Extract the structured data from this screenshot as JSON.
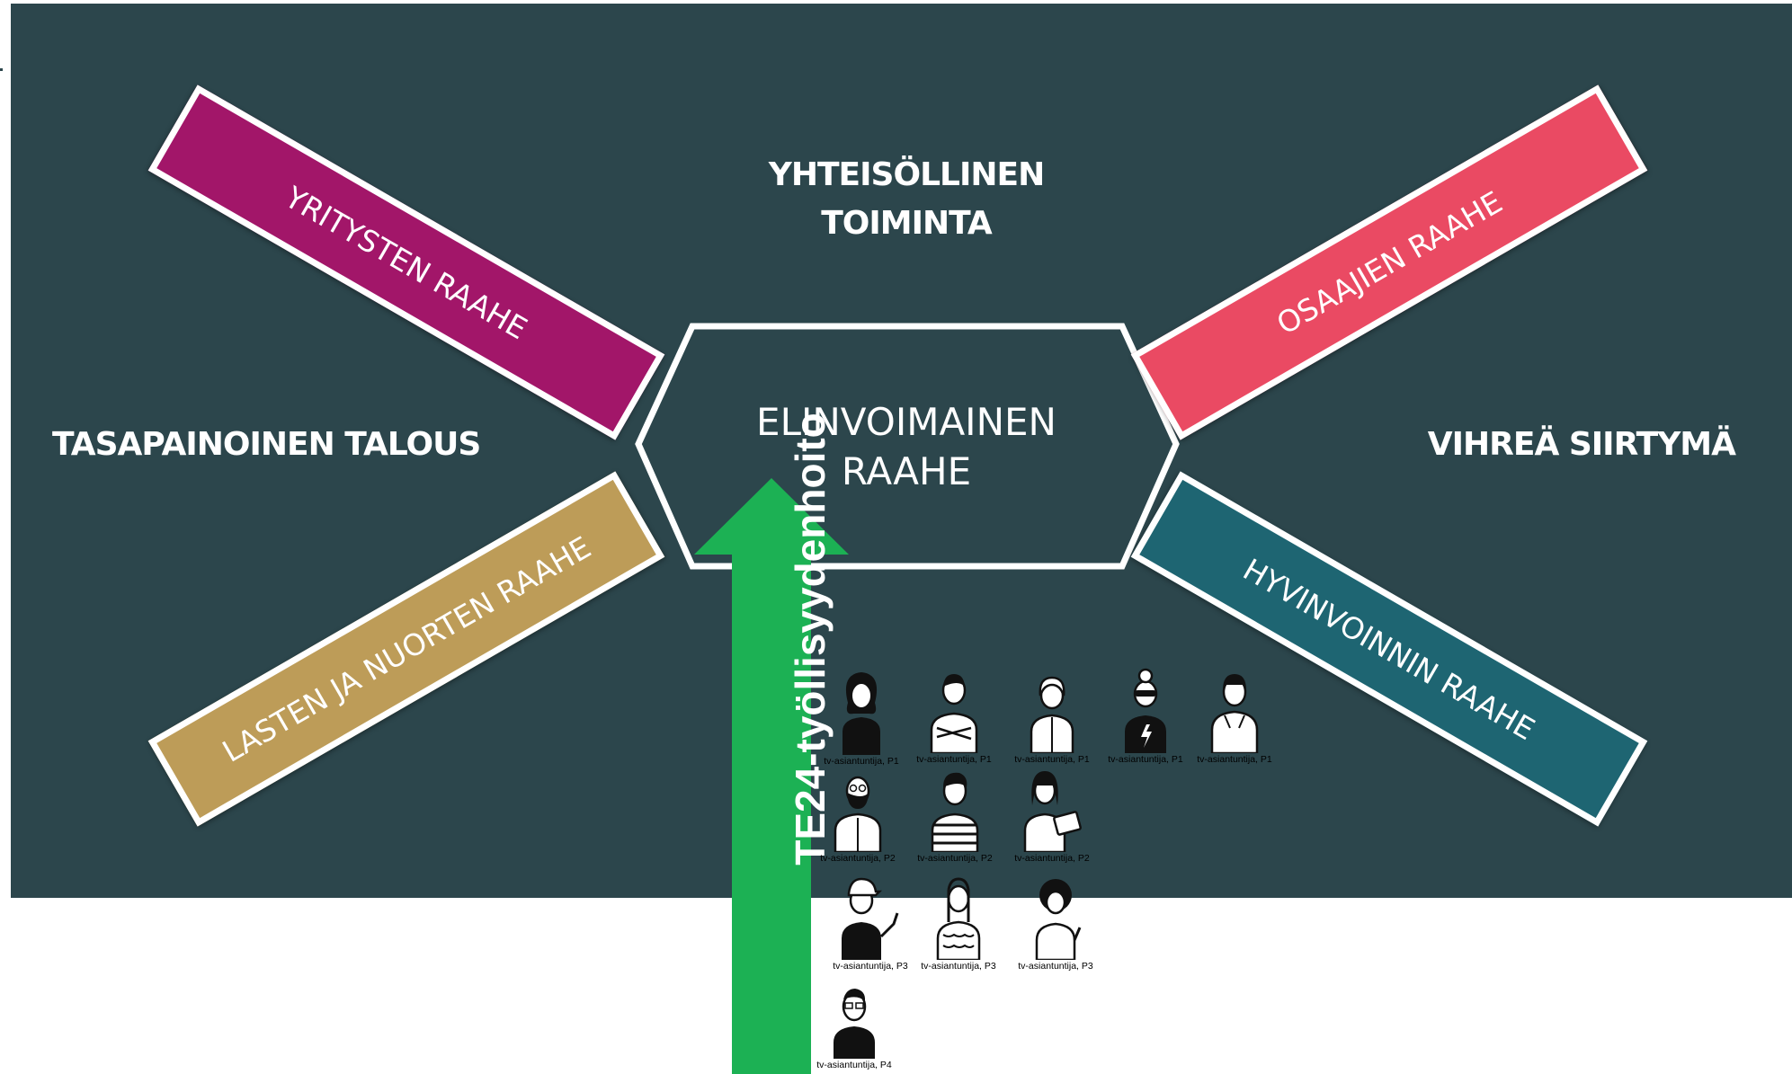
{
  "themes": {
    "top": [
      "YHTEISÖLLINEN",
      "TOIMINTA"
    ],
    "left": "TASAPAINOINEN TALOUS",
    "right": "VIHREÄ SIIRTYMÄ"
  },
  "center": {
    "lines": [
      "ELINVOIMAINEN",
      "RAAHE"
    ]
  },
  "pillars": [
    {
      "label": "YRITYSTEN RAAHE",
      "color": "#a21669"
    },
    {
      "label": "OSAAJIEN RAAHE",
      "color": "#ea4a63"
    },
    {
      "label": "LASTEN JA NUORTEN RAAHE",
      "color": "#bd9c58"
    },
    {
      "label": "HYVINVOINNIN RAAHE",
      "color": "#1e6572"
    }
  ],
  "arrow": {
    "label": "TE24-työllisyydenhoito",
    "color": "#1cb154"
  },
  "people": [
    {
      "caption": "tv-asiantuntija, P1",
      "icon": "woman-curly-hair-icon"
    },
    {
      "caption": "tv-asiantuntija, P1",
      "icon": "man-arms-crossed-icon"
    },
    {
      "caption": "tv-asiantuntija, P1",
      "icon": "older-woman-icon"
    },
    {
      "caption": "tv-asiantuntija, P1",
      "icon": "woman-sunglasses-icon"
    },
    {
      "caption": "tv-asiantuntija, P1",
      "icon": "man-hoodie-icon"
    },
    {
      "caption": "tv-asiantuntija, P2",
      "icon": "bearded-man-icon"
    },
    {
      "caption": "tv-asiantuntija, P2",
      "icon": "man-striped-shirt-icon"
    },
    {
      "caption": "tv-asiantuntija, P2",
      "icon": "woman-tablet-icon"
    },
    {
      "caption": "tv-asiantuntija, P3",
      "icon": "person-cap-pointing-icon"
    },
    {
      "caption": "tv-asiantuntija, P3",
      "icon": "woman-braids-icon"
    },
    {
      "caption": "tv-asiantuntija, P3",
      "icon": "woman-afro-icon"
    },
    {
      "caption": "tv-asiantuntija, P4",
      "icon": "older-man-glasses-icon"
    }
  ]
}
